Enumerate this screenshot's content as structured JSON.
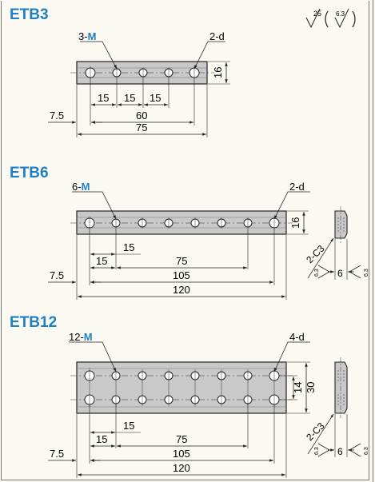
{
  "blocks": [
    {
      "label": "ETB3",
      "holes_label": "3-",
      "holes_letter": "M",
      "end_hole_label": "2-d",
      "height_dim": "16",
      "dims": {
        "pitch": "15",
        "offset": "7.5",
        "span": "60",
        "total": "75"
      }
    },
    {
      "label": "ETB6",
      "holes_label": "6-",
      "holes_letter": "M",
      "end_hole_label": "2-d",
      "height_dim": "16",
      "dims": {
        "pitch": "15",
        "inner": "15",
        "mid": "75",
        "offset": "7.5",
        "span": "105",
        "total": "120"
      },
      "side": {
        "chamfer": "2-C3",
        "thickness": "6",
        "rough_a": "6.3",
        "rough_b": "6.3"
      }
    },
    {
      "label": "ETB12",
      "holes_label": "12-",
      "holes_letter": "M",
      "end_hole_label": "4-d",
      "height_dim_inner": "14",
      "height_dim_outer": "30",
      "dims": {
        "pitch": "15",
        "inner": "15",
        "mid": "75",
        "offset": "7.5",
        "span": "105",
        "total": "120"
      },
      "side": {
        "chamfer": "2-C3",
        "thickness": "6",
        "rough_a": "6.3",
        "rough_b": "6.3"
      }
    }
  ],
  "surface_finish": {
    "general": "25",
    "specific": "6.3"
  },
  "colors": {
    "label_blue": "#1f7fc4",
    "plate_gray": "#c9c9c9",
    "line": "#222222"
  }
}
